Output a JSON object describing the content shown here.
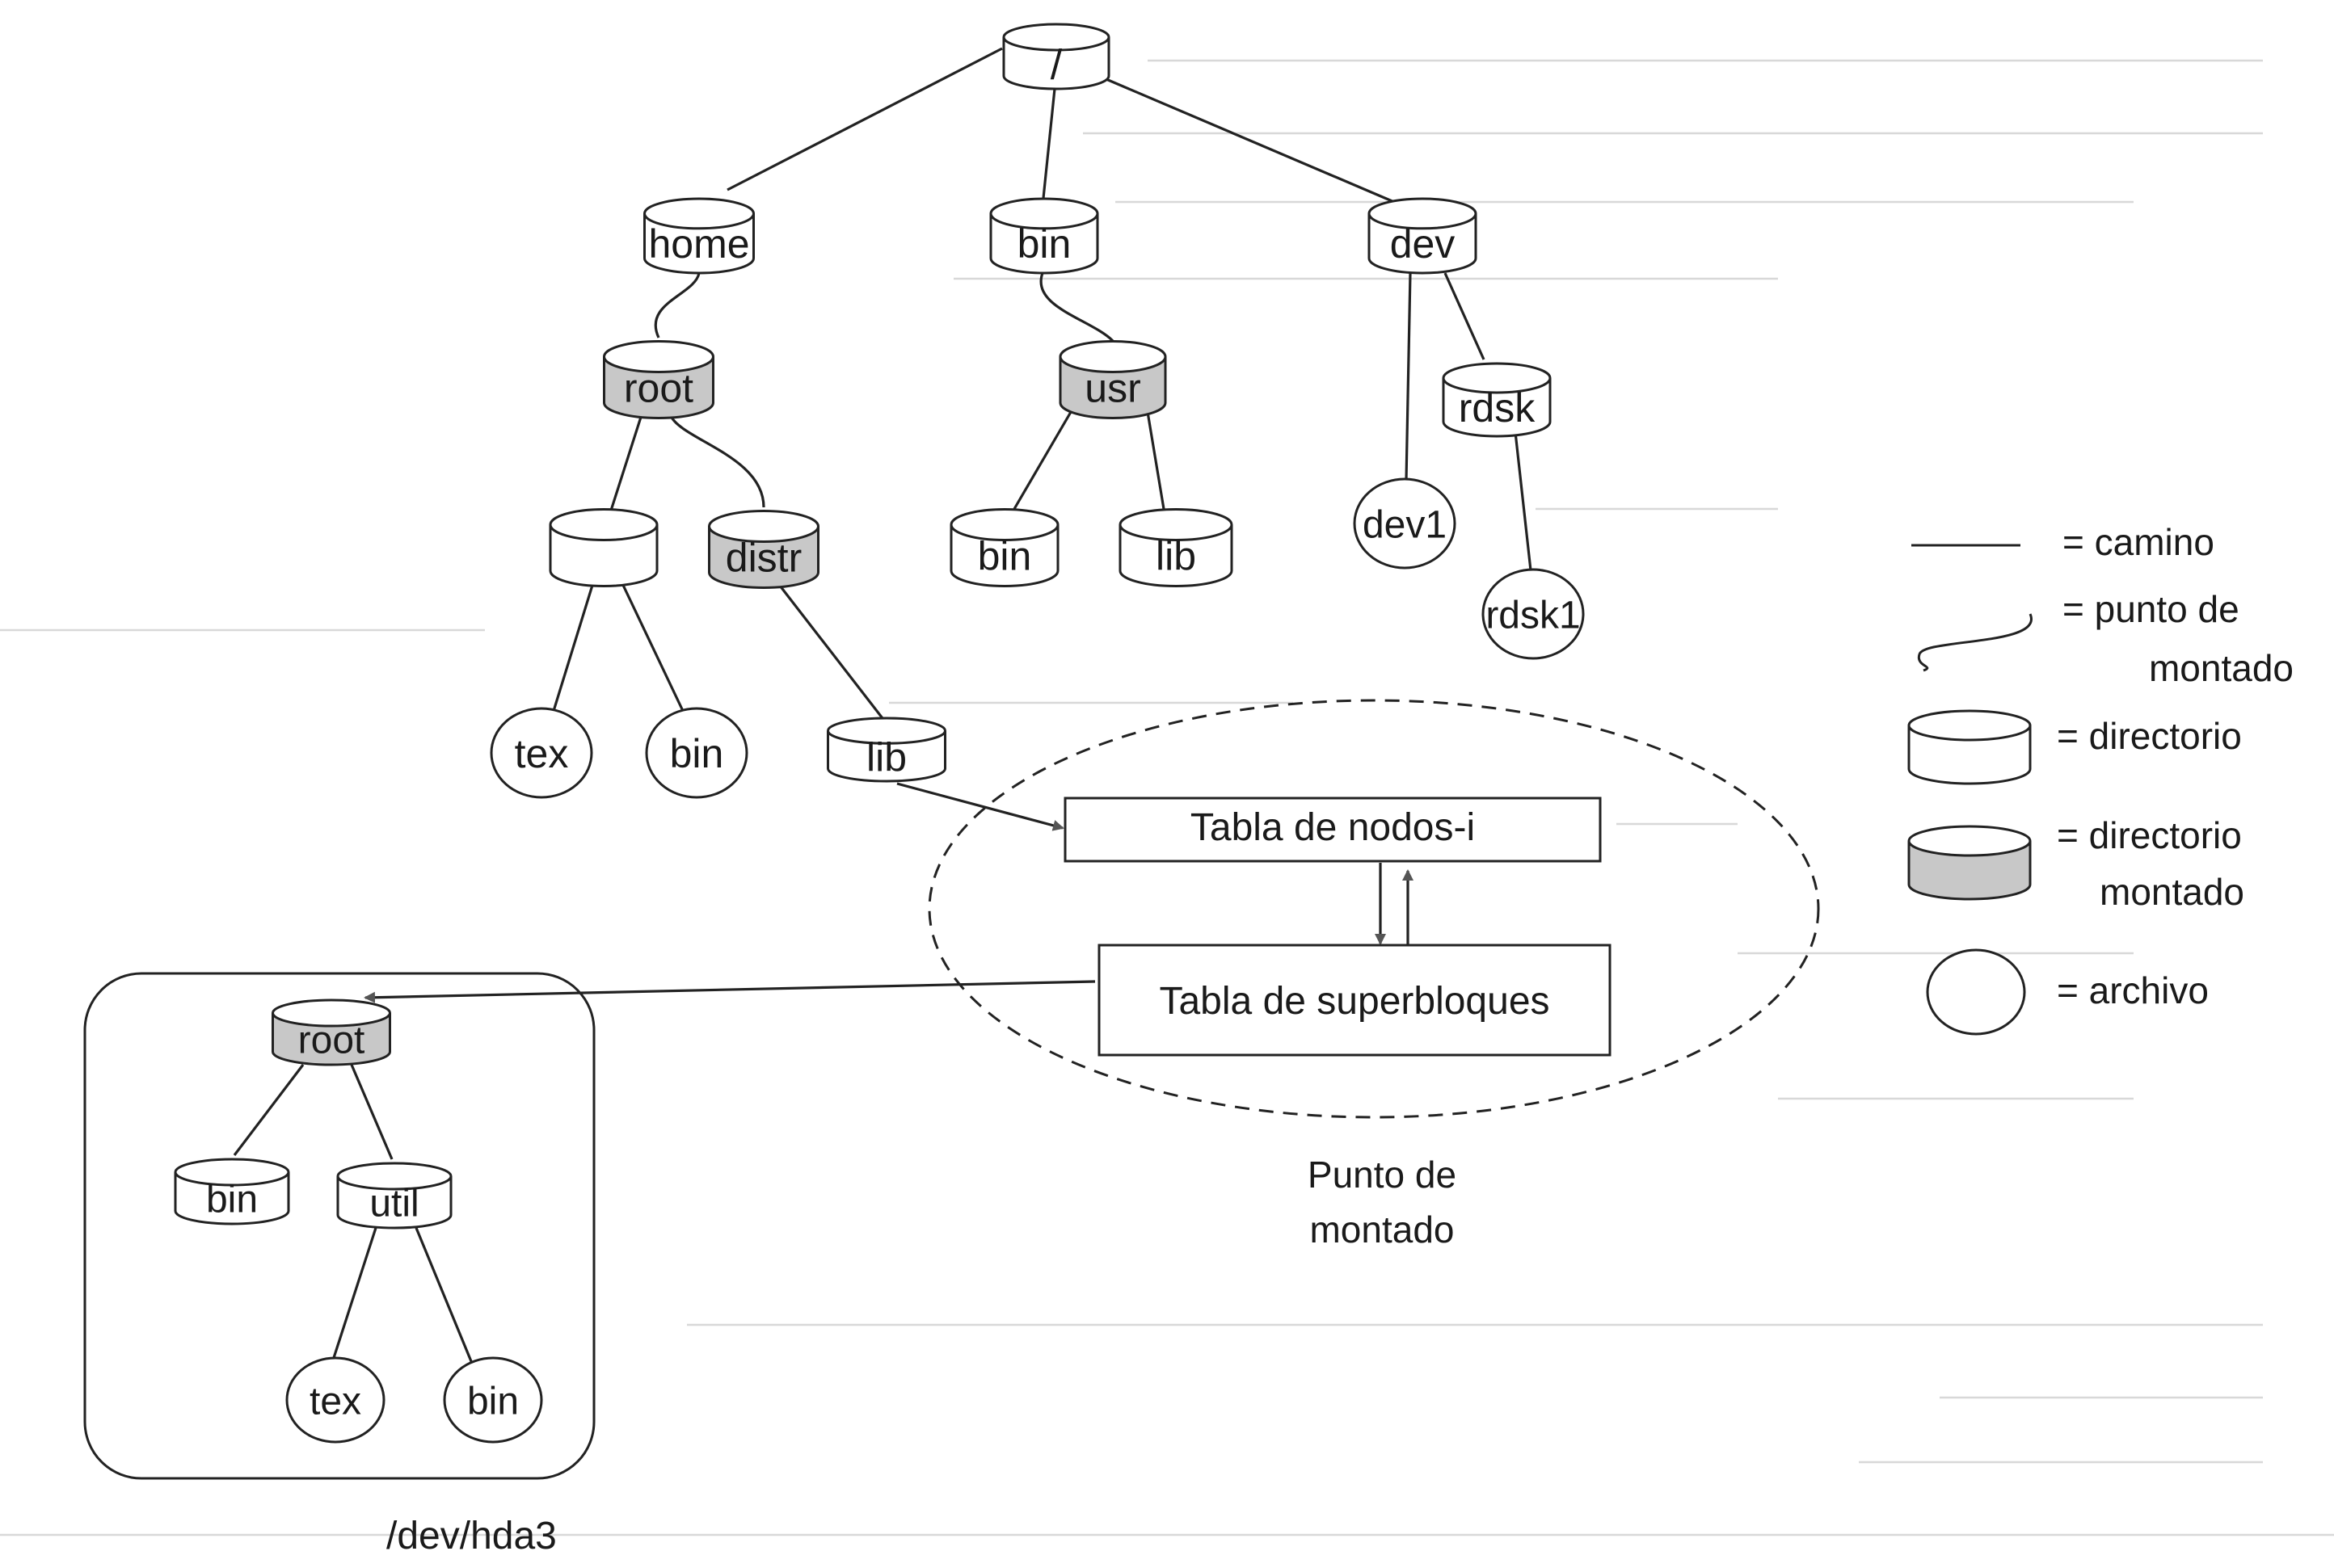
{
  "colors": {
    "ink": "#222222",
    "mounted_fill": "#c8c8c8",
    "directory_fill": "#ffffff",
    "arrow": "#555555"
  },
  "tree": {
    "root": "/",
    "home": "home",
    "bin": "bin",
    "dev": "dev",
    "root_mounted": "root",
    "usr": "usr",
    "rdsk": "rdsk",
    "unnamed_dir": "",
    "distr": "distr",
    "usr_bin": "bin",
    "usr_lib": "lib",
    "dev1": "dev1",
    "rdsk1": "rdsk1",
    "tex": "tex",
    "bin_file": "bin",
    "distr_lib": "lib"
  },
  "tables": {
    "inodes": "Tabla de nodos-i",
    "superblocks": "Tabla de superbloques"
  },
  "mount_point_label": [
    "Punto de",
    "montado"
  ],
  "device": {
    "name": "/dev/hda3",
    "root": "root",
    "bin": "bin",
    "util": "util",
    "tex": "tex",
    "util_bin": "bin"
  },
  "legend": {
    "path": "= camino",
    "mount_point": [
      "= punto de",
      "montado"
    ],
    "directory": "= directorio",
    "mounted_directory": [
      "= directorio",
      "montado"
    ],
    "file": "= archivo"
  }
}
